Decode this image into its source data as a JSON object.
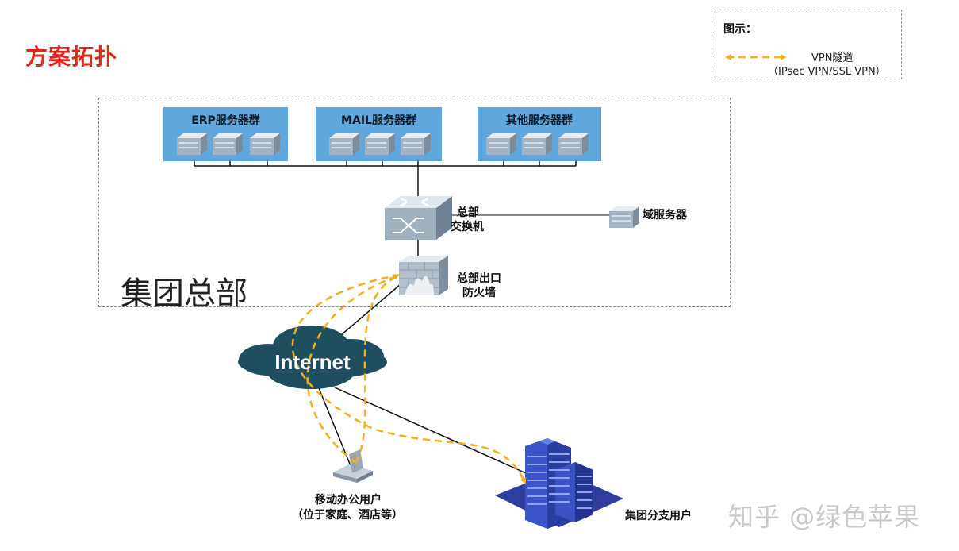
{
  "title": "方案拓扑",
  "legend": {
    "heading": "图示：",
    "vpn_line1": "VPN隧道",
    "vpn_line2": "（IPsec VPN/SSL VPN）",
    "vpn_color": "#f0b21c"
  },
  "hq": {
    "label": "集团总部",
    "groups": [
      {
        "label": "ERP服务器群"
      },
      {
        "label": "MAIL服务器群"
      },
      {
        "label": "其他服务器群"
      }
    ],
    "switch_label_1": "总部",
    "switch_label_2": "交换机",
    "domain_server_label": "域服务器",
    "firewall_label_1": "总部出口",
    "firewall_label_2": "防火墙"
  },
  "internet": {
    "label": "Internet",
    "cloud_color": "#1f4e5f"
  },
  "mobile_user": {
    "label_1": "移动办公用户",
    "label_2": "（位于家庭、酒店等）"
  },
  "branch_user": {
    "label": "集团分支用户"
  },
  "watermark": "知乎 @绿色苹果",
  "colors": {
    "title": "#e3241b",
    "server_group_bg": "#5fa7dc",
    "building": "#2f3e9e"
  }
}
